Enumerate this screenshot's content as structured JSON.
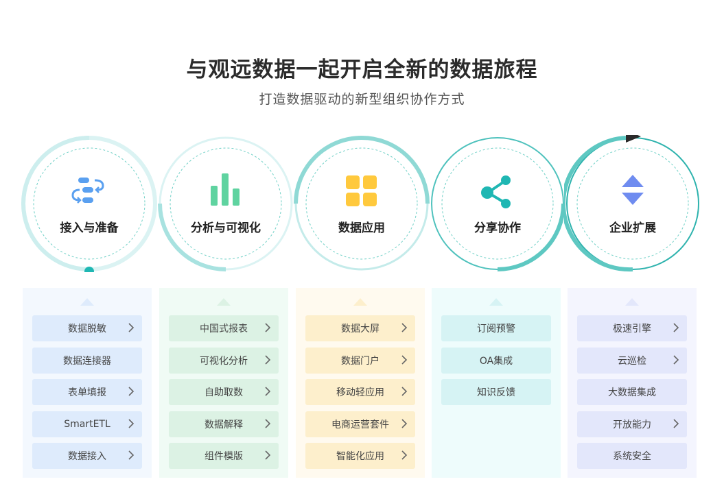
{
  "header": {
    "title": "与观远数据一起开启全新的数据旅程",
    "subtitle": "打造数据驱动的新型组织协作方式"
  },
  "stages": [
    {
      "label": "接入与准备",
      "icon": "data-flow-icon",
      "color": "#5aa0f0"
    },
    {
      "label": "分析与可视化",
      "icon": "bar-chart-icon",
      "color": "#5fd3a0"
    },
    {
      "label": "数据应用",
      "icon": "grid-apps-icon",
      "color": "#ffc93d"
    },
    {
      "label": "分享协作",
      "icon": "share-icon",
      "color": "#1fb7b3"
    },
    {
      "label": "企业扩展",
      "icon": "expand-arrows-icon",
      "color": "#6f8cf0"
    }
  ],
  "panels": [
    {
      "bg": "#f3f8fe",
      "item_bg": "#deebfc",
      "items": [
        {
          "label": "数据脱敏",
          "arrow": true
        },
        {
          "label": "数据连接器",
          "arrow": false
        },
        {
          "label": "表单填报",
          "arrow": true
        },
        {
          "label": "SmartETL",
          "arrow": true
        },
        {
          "label": "数据接入",
          "arrow": true
        }
      ]
    },
    {
      "bg": "#f0fbf5",
      "item_bg": "#dcf2e4",
      "items": [
        {
          "label": "中国式报表",
          "arrow": true
        },
        {
          "label": "可视化分析",
          "arrow": true
        },
        {
          "label": "自助取数",
          "arrow": true
        },
        {
          "label": "数据解释",
          "arrow": true
        },
        {
          "label": "组件模版",
          "arrow": true
        }
      ]
    },
    {
      "bg": "#fffaef",
      "item_bg": "#fdefcc",
      "items": [
        {
          "label": "数据大屏",
          "arrow": true
        },
        {
          "label": "数据门户",
          "arrow": true
        },
        {
          "label": "移动轻应用",
          "arrow": true
        },
        {
          "label": "电商运营套件",
          "arrow": true
        },
        {
          "label": "智能化应用",
          "arrow": true
        }
      ]
    },
    {
      "bg": "#eefcfc",
      "item_bg": "#d6f3f4",
      "items": [
        {
          "label": "订阅预警",
          "arrow": false
        },
        {
          "label": "OA集成",
          "arrow": false
        },
        {
          "label": "知识反馈",
          "arrow": false
        }
      ]
    },
    {
      "bg": "#f4f5fe",
      "item_bg": "#e3e7fb",
      "items": [
        {
          "label": "极速引擎",
          "arrow": true
        },
        {
          "label": "云巡检",
          "arrow": true
        },
        {
          "label": "大数据集成",
          "arrow": false
        },
        {
          "label": "开放能力",
          "arrow": true
        },
        {
          "label": "系统安全",
          "arrow": false
        }
      ]
    }
  ]
}
